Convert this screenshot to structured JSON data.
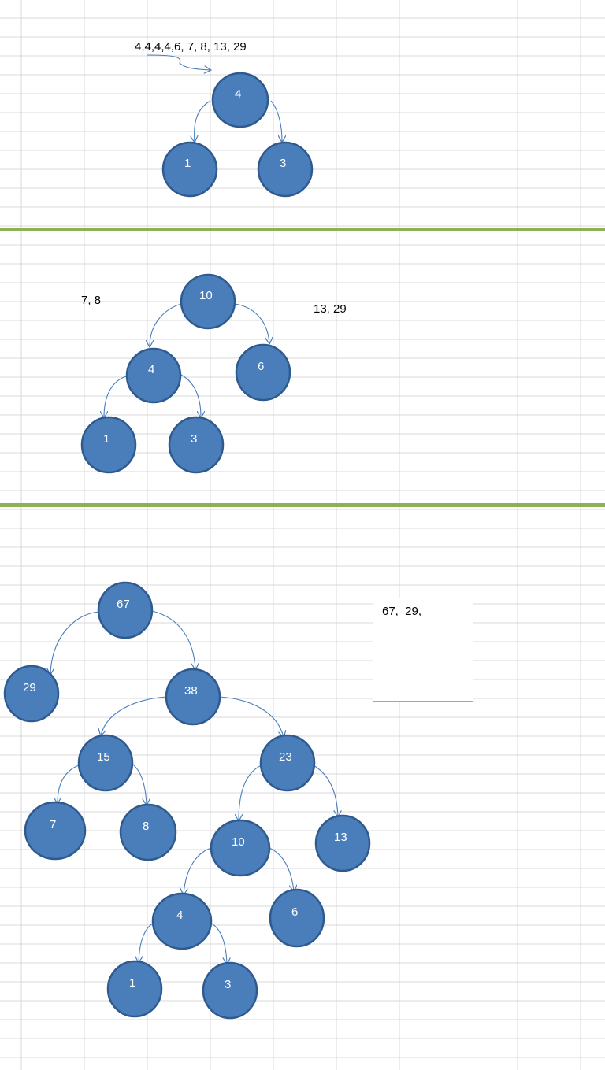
{
  "colors": {
    "node_fill": "#4a7ebb",
    "node_stroke": "#2f5a8e",
    "arrow": "#4a7ebb",
    "separator": "#8db255",
    "gridline": "#d9d9d9"
  },
  "panel1": {
    "sequence_text": "4,4,4,4,6, 7, 8, 13, 29",
    "nodes": {
      "root": "4",
      "left": "1",
      "right": "3"
    }
  },
  "panel2": {
    "remaining_left": "7, 8",
    "remaining_right": "13, 29",
    "nodes": {
      "root": "10",
      "left": "4",
      "right": "6",
      "left_left": "1",
      "left_right": "3"
    }
  },
  "panel3": {
    "textbox_text": "67,  29,",
    "nodes": {
      "n67": "67",
      "n29": "29",
      "n38": "38",
      "n15": "15",
      "n23": "23",
      "n7": "7",
      "n8": "8",
      "n10": "10",
      "n13": "13",
      "n4": "4",
      "n6": "6",
      "n1": "1",
      "n3": "3"
    }
  }
}
